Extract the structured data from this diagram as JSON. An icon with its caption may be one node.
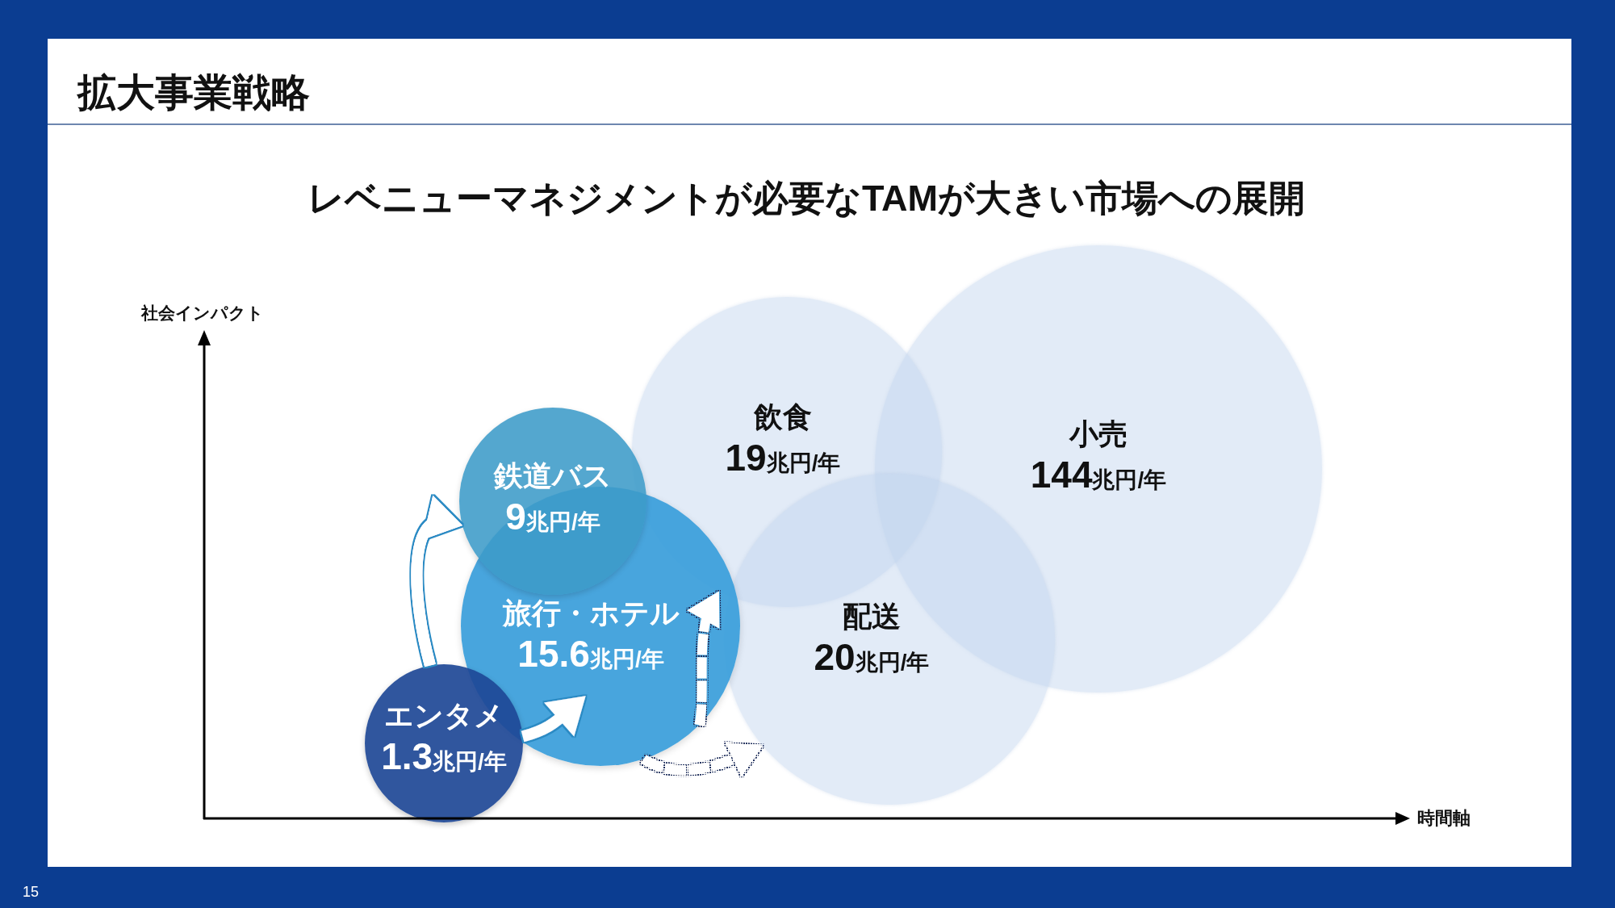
{
  "diagram": {
    "title": "拡大事業戦略",
    "nodes": [
      {
        "text": [
          "エンタメ",
          "1.3兆円/年"
        ]
      },
      {
        "text": [
          "鉄道バス",
          "9兆円/年"
        ]
      },
      {
        "text": [
          "旅行・ホテル",
          "15.6兆円/年"
        ]
      },
      {
        "text": [
          "飲食",
          "19兆円/年"
        ]
      },
      {
        "text": [
          "配送",
          "20兆円/年"
        ]
      },
      {
        "text": [
          "小売",
          "144兆円/年"
        ]
      }
    ],
    "edges": [
      {
        "from": 0,
        "to": 1,
        "arrow": "to"
      },
      {
        "from": 0,
        "to": 2,
        "arrow": "to"
      },
      {
        "from": 2,
        "to": 3,
        "arrow": "to",
        "style": "dashed"
      },
      {
        "from": 2,
        "to": 4,
        "arrow": "to",
        "style": "dashed"
      }
    ],
    "labels": [
      "レベニューマネジメントが必要なTAMが大きい市場への展開",
      "社会インパクト",
      "時間軸",
      "15"
    ]
  }
}
